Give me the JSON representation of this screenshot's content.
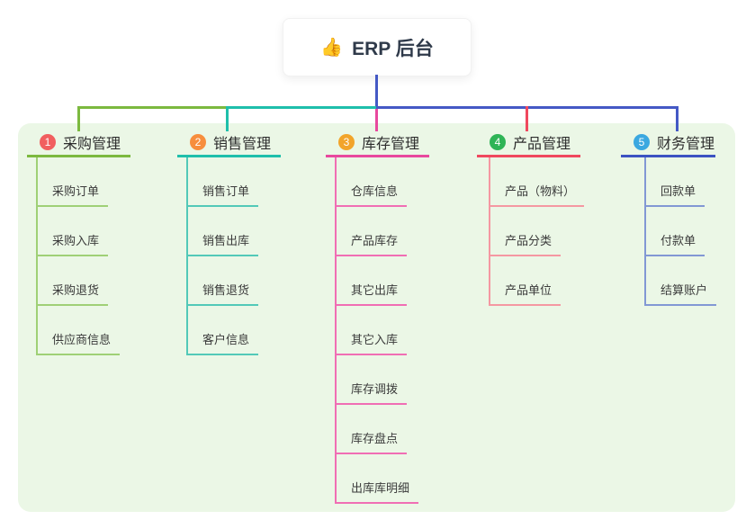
{
  "root": {
    "icon": "👍",
    "label": "ERP 后台"
  },
  "colors": {
    "panel_background": "#ebf7e6",
    "connector_root": "#4459c5",
    "connector_segments": {
      "green": "#7cb93f",
      "teal": "#1fbfab",
      "blue": "#4459c5"
    },
    "drop_colors": [
      "#7cb93f",
      "#1fbfab",
      "#e8489e",
      "#f0485e",
      "#4459c5"
    ]
  },
  "branches": [
    {
      "index": "1",
      "label": "采购管理",
      "badge_color": "#f15f5f",
      "line_color": "#7cb93f",
      "child_line_color": "#9fd076",
      "children": [
        "采购订单",
        "采购入库",
        "采购退货",
        "供应商信息"
      ]
    },
    {
      "index": "2",
      "label": "销售管理",
      "badge_color": "#f78e3d",
      "line_color": "#1fbfab",
      "child_line_color": "#52c9b8",
      "children": [
        "销售订单",
        "销售出库",
        "销售退货",
        "客户信息"
      ]
    },
    {
      "index": "3",
      "label": "库存管理",
      "badge_color": "#f2a42a",
      "line_color": "#e8489e",
      "child_line_color": "#f06eb4",
      "children": [
        "仓库信息",
        "产品库存",
        "其它出库",
        "其它入库",
        "库存调拨",
        "库存盘点",
        "出库库明细"
      ]
    },
    {
      "index": "4",
      "label": "产品管理",
      "badge_color": "#2fb456",
      "line_color": "#f0485e",
      "child_line_color": "#f598a2",
      "children": [
        "产品（物料）",
        "产品分类",
        "产品单位"
      ]
    },
    {
      "index": "5",
      "label": "财务管理",
      "badge_color": "#3ba8e0",
      "line_color": "#3c53c2",
      "child_line_color": "#8298d4",
      "children": [
        "回款单",
        "付款单",
        "结算账户"
      ]
    }
  ]
}
